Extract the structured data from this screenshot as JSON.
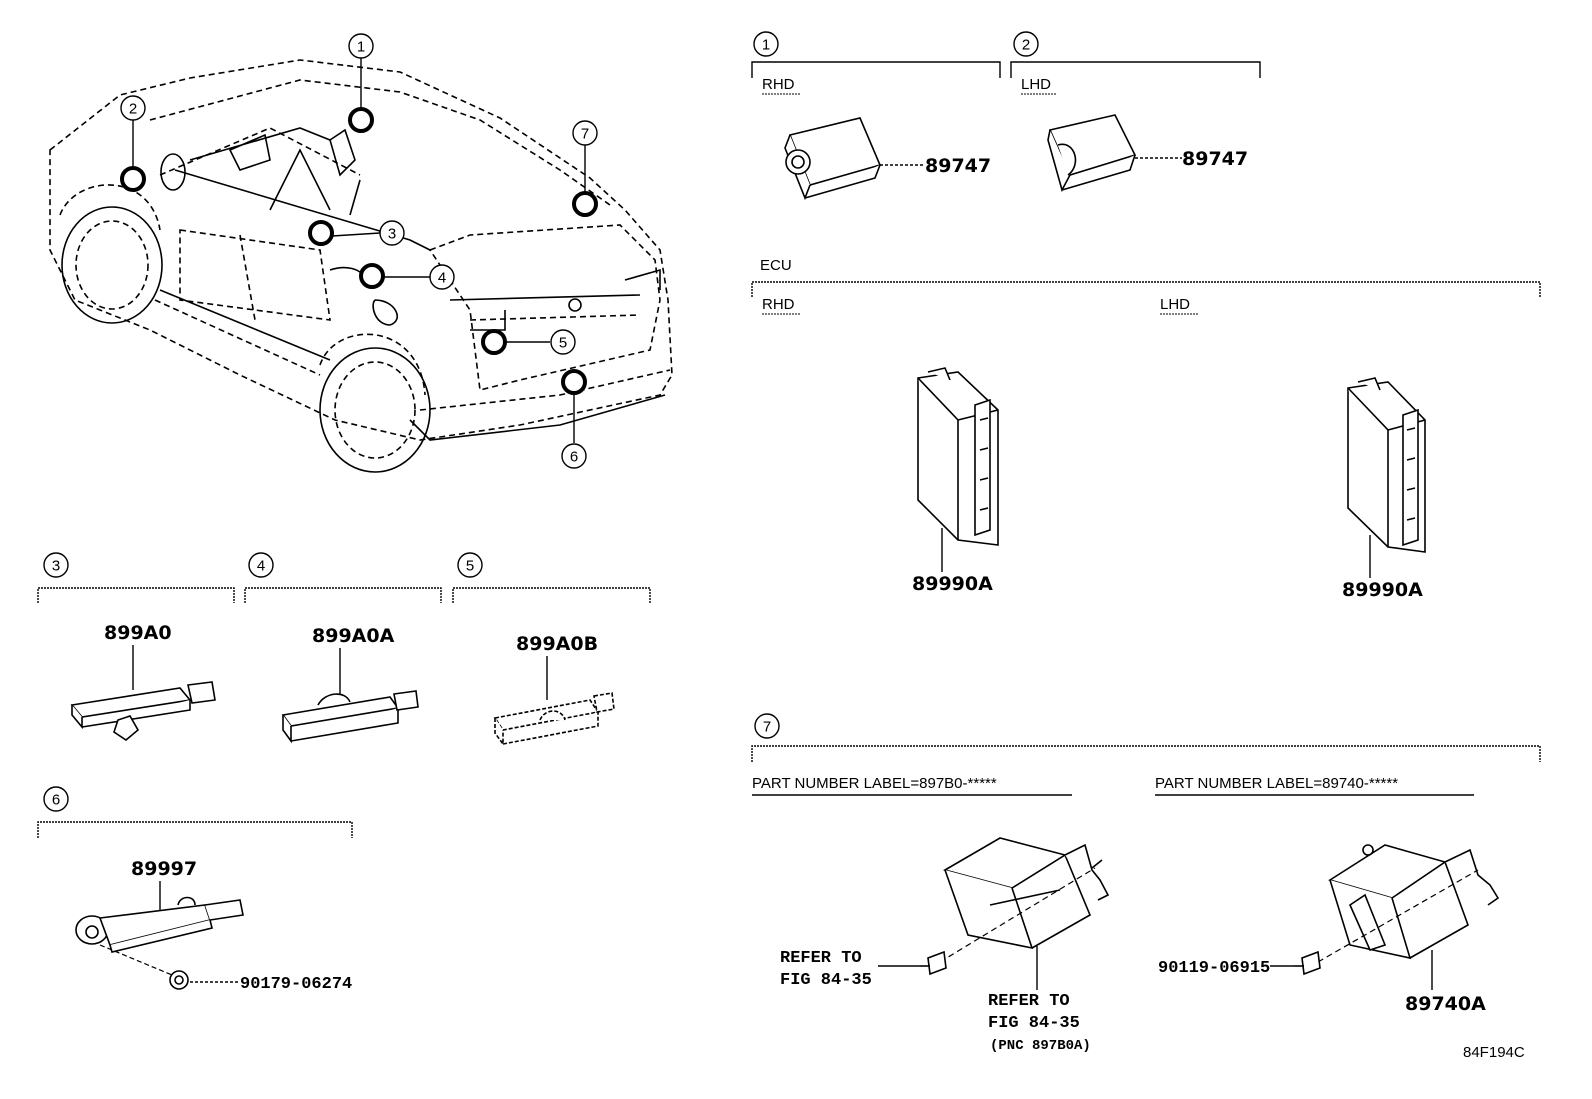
{
  "callouts": [
    "1",
    "2",
    "3",
    "4",
    "5",
    "6",
    "7"
  ],
  "labels": {
    "rhd": "RHD",
    "lhd": "LHD",
    "ecu": "ECU",
    "part_label_a": "PART NUMBER LABEL=897B0-*****",
    "part_label_b": "PART NUMBER LABEL=89740-*****"
  },
  "parts": {
    "p89747_rhd": "89747",
    "p89747_lhd": "89747",
    "p89990a_rhd": "89990A",
    "p89990a_lhd": "89990A",
    "p899a0": "899A0",
    "p899a0a": "899A0A",
    "p899a0b": "899A0B",
    "p89997": "89997",
    "p90179": "90179-06274",
    "p90119": "90119-06915",
    "p89740a": "89740A"
  },
  "refer": {
    "line1": "REFER TO",
    "line2": "FIG 84-35",
    "pnc": "(PNC 897B0A)"
  },
  "figure_code": "84F194C"
}
